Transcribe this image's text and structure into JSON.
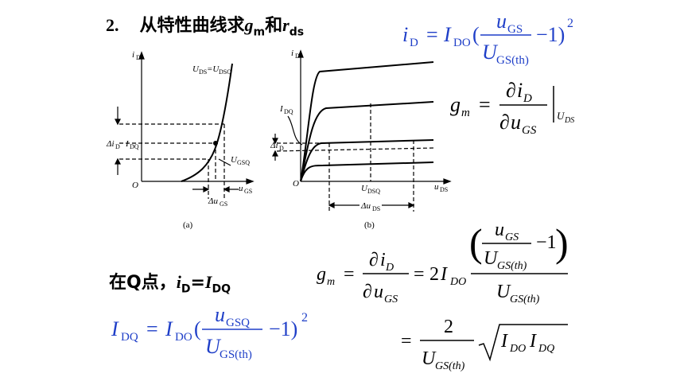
{
  "heading": {
    "number": "2.",
    "text_pre": "从特性曲线求",
    "gm_var": "g",
    "gm_sub": "m",
    "text_and": "和",
    "rds_var": "r",
    "rds_sub": "ds"
  },
  "q_point": {
    "text_pre": "在Q点，",
    "id_var": "i",
    "id_sub": "D",
    "equals": "=",
    "idq_var": "I",
    "idq_sub": "DQ"
  },
  "figure_a": {
    "y_axis": "i",
    "y_axis_sub": "D",
    "x_axis": "u",
    "x_axis_sub": "GS",
    "origin": "O",
    "curve_label": "U",
    "curve_label_sub": "DS",
    "curve_label_eq": "=U",
    "curve_label_sub2": "DSQ",
    "delta_i": "Δi",
    "delta_i_sub": "D",
    "idq": "I",
    "idq_sub": "DQ",
    "ugsq": "U",
    "ugsq_sub": "GSQ",
    "delta_u": "Δu",
    "delta_u_sub": "GS",
    "caption": "(a)"
  },
  "figure_b": {
    "y_axis": "i",
    "y_axis_sub": "D",
    "x_axis": "u",
    "x_axis_sub": "DS",
    "origin": "O",
    "idq": "I",
    "idq_sub": "DQ",
    "delta_i": "Δi",
    "delta_i_sub": "D",
    "udsq": "U",
    "udsq_sub": "DSQ",
    "delta_u": "Δu",
    "delta_u_sub": "DS",
    "caption": "(b)"
  },
  "colors": {
    "blue_formula": "#1f3fc8",
    "black": "#000000"
  }
}
